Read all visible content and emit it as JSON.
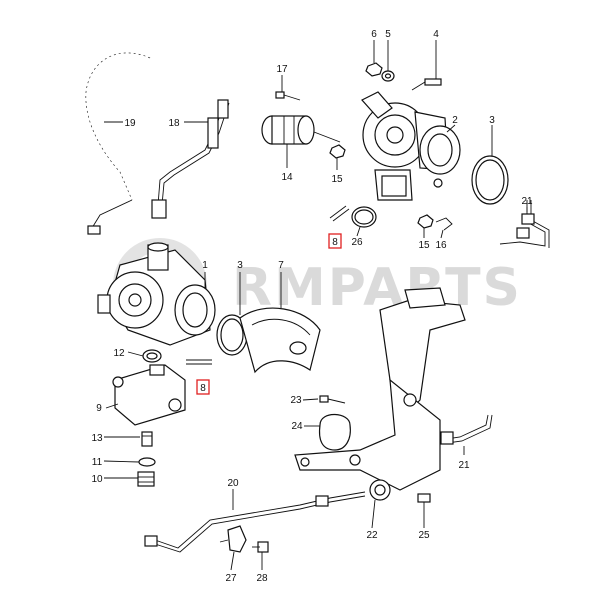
{
  "watermark": {
    "text": "RMPARTS",
    "color": "#bdbdbd"
  },
  "highlight_color": "#e02020",
  "callouts": [
    {
      "id": "c6",
      "text": "6"
    },
    {
      "id": "c5",
      "text": "5"
    },
    {
      "id": "c4",
      "text": "4"
    },
    {
      "id": "c17",
      "text": "17"
    },
    {
      "id": "c2",
      "text": "2"
    },
    {
      "id": "c3a",
      "text": "3"
    },
    {
      "id": "c19",
      "text": "19"
    },
    {
      "id": "c18",
      "text": "18"
    },
    {
      "id": "c14",
      "text": "14"
    },
    {
      "id": "c15a",
      "text": "15"
    },
    {
      "id": "c21a",
      "text": "21"
    },
    {
      "id": "c8a",
      "text": "8"
    },
    {
      "id": "c26",
      "text": "26"
    },
    {
      "id": "c15b",
      "text": "15"
    },
    {
      "id": "c16",
      "text": "16"
    },
    {
      "id": "c1",
      "text": "1"
    },
    {
      "id": "c3b",
      "text": "3"
    },
    {
      "id": "c7",
      "text": "7"
    },
    {
      "id": "c12",
      "text": "12"
    },
    {
      "id": "c8b",
      "text": "8"
    },
    {
      "id": "c9",
      "text": "9"
    },
    {
      "id": "c23",
      "text": "23"
    },
    {
      "id": "c24",
      "text": "24"
    },
    {
      "id": "c13",
      "text": "13"
    },
    {
      "id": "c11",
      "text": "11"
    },
    {
      "id": "c10",
      "text": "10"
    },
    {
      "id": "c21b",
      "text": "21"
    },
    {
      "id": "c20",
      "text": "20"
    },
    {
      "id": "c22",
      "text": "22"
    },
    {
      "id": "c25",
      "text": "25"
    },
    {
      "id": "c27",
      "text": "27"
    },
    {
      "id": "c28",
      "text": "28"
    }
  ]
}
